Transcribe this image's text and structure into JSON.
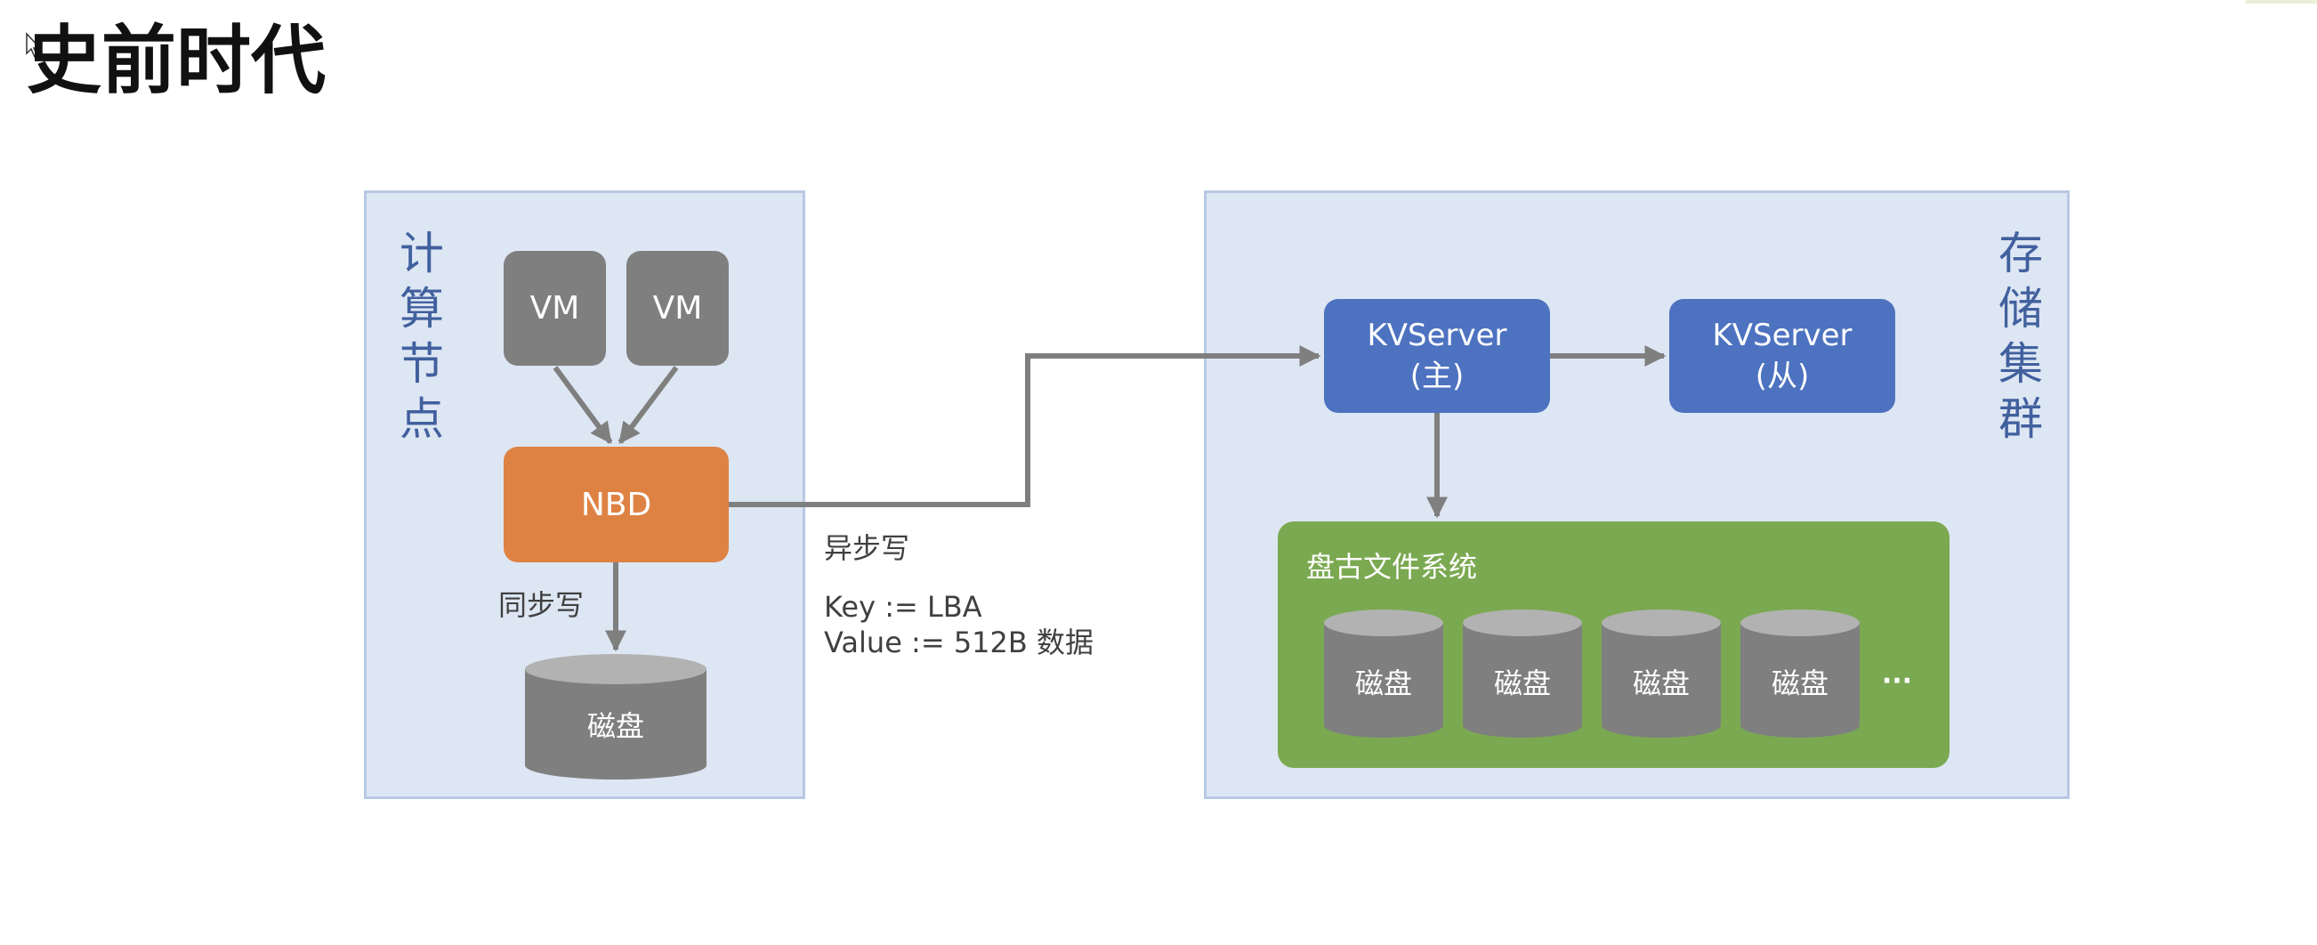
{
  "title": "史前时代",
  "compute_node": {
    "label": "计算节点",
    "vms": [
      "VM",
      "VM"
    ],
    "nbd": "NBD",
    "sync_write": "同步写",
    "disk": "磁盘"
  },
  "async": {
    "label": "异步写",
    "key_line": "Key := LBA",
    "value_line": "Value := 512B 数据"
  },
  "storage_cluster": {
    "label": "存储集群",
    "kv_master": {
      "name": "KVServer",
      "role": "(主)"
    },
    "kv_slave": {
      "name": "KVServer",
      "role": "(从)"
    },
    "fs_label": "盘古文件系统",
    "disks": [
      "磁盘",
      "磁盘",
      "磁盘",
      "磁盘"
    ],
    "more": "···"
  },
  "colors": {
    "panel": "#dde6f3",
    "vm": "#7f7f7f",
    "nbd": "#de8244",
    "kvserver": "#4d72c0",
    "pangu": "#7ba951",
    "arrow": "#7f7f7f"
  },
  "icons": {
    "cursor": "mouse-pointer-icon"
  }
}
